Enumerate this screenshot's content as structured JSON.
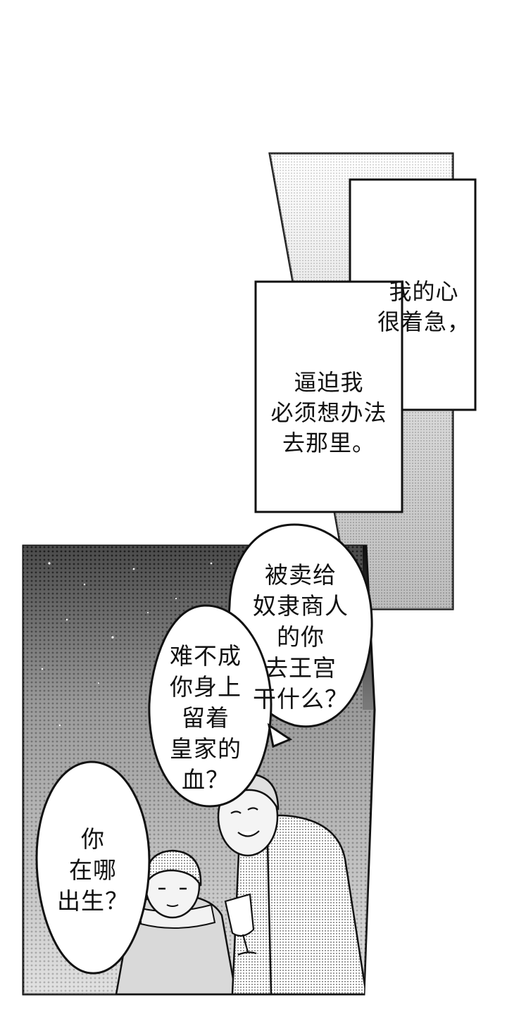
{
  "panels": {
    "caption_upper": {
      "lines": [
        "我的心",
        "很着急，"
      ]
    },
    "caption_lower": {
      "lines": [
        "逼迫我",
        "必须想办法",
        "去那里。"
      ]
    }
  },
  "dialogue": {
    "bubble_top": {
      "lines": [
        "被卖给",
        "奴隶商人",
        "的你",
        "去王宫",
        "干什么？"
      ]
    },
    "bubble_middle": {
      "lines": [
        "难不成",
        "你身上",
        "留着",
        "皇家的",
        "血？"
      ]
    },
    "bubble_bottom": {
      "lines": [
        "你",
        "在哪",
        "出生？"
      ]
    }
  }
}
